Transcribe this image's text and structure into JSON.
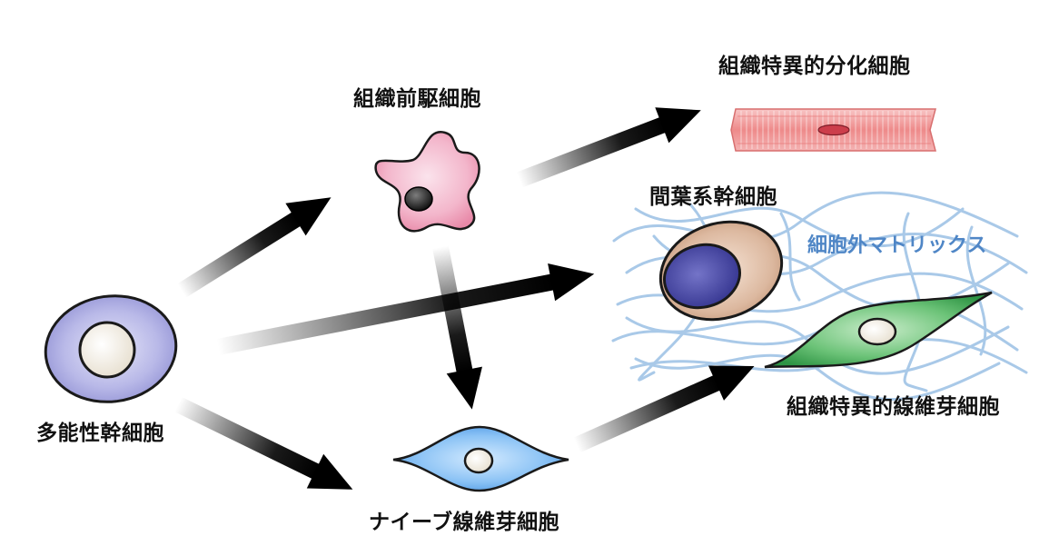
{
  "labels": {
    "pluripotent": "多能性幹細胞",
    "progenitor": "組織前駆細胞",
    "differentiated": "組織特異的分化細胞",
    "mesenchymal": "間葉系幹細胞",
    "ecm": "細胞外マトリックス",
    "naive_fibroblast": "ナイーブ線維芽細胞",
    "specific_fibroblast": "組織特異的線維芽細胞"
  },
  "colors": {
    "pluripotent_body": "#a7a7e2",
    "progenitor_body": "#f2b0c6",
    "muscle_fiber": "#ef8f8f",
    "mesenchymal_body": "#d9b399",
    "mesenchymal_nucleus": "#3f3f9d",
    "naive_fibroblast_body": "#63a9ee",
    "specific_fibroblast_body": "#4fb35c",
    "ecm_fibers": "#a9c9e8",
    "ecm_label": "#4f86c6",
    "arrows": "#000000"
  }
}
